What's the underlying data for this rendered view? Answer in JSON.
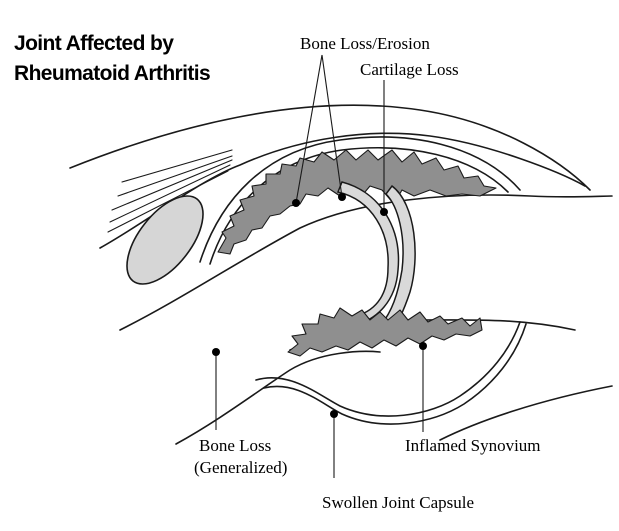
{
  "title": {
    "line1": "Joint Affected by",
    "line2": "Rheumatoid Arthritis"
  },
  "labels": {
    "bone_loss_erosion": "Bone Loss/Erosion",
    "cartilage_loss": "Cartilage Loss",
    "bone_loss": "Bone Loss",
    "generalized": "(Generalized)",
    "inflamed_synovium": "Inflamed Synovium",
    "swollen_joint_capsule": "Swollen Joint Capsule"
  },
  "colors": {
    "synovium": "#8f8f8f",
    "cartilage": "#d9d9d9",
    "ink": "#1a1a1a"
  }
}
